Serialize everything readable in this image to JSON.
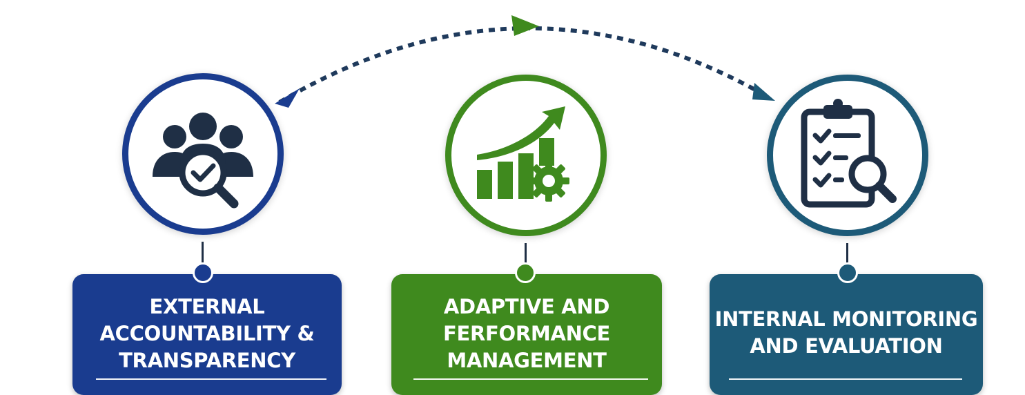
{
  "steps": [
    {
      "title_lines": [
        "EXTERNAL",
        "ACCOUNTABILITY &",
        "TRANSPARENCY"
      ],
      "icon": "people-magnifier-check-icon",
      "color": "#1a3c8f"
    },
    {
      "title_lines": [
        "ADAPTIVE AND",
        "FERFORMANCE",
        "MANAGEMENT"
      ],
      "icon": "growth-chart-gear-icon",
      "color": "#3f8a1e"
    },
    {
      "title_lines": [
        "INTERNAL MONITORING",
        "AND EVALUATION"
      ],
      "icon": "clipboard-checklist-magnifier-icon",
      "color": "#1d5a78"
    }
  ],
  "colors": {
    "navy": "#1a3c8f",
    "green": "#3f8a1e",
    "teal": "#1d5a78",
    "connector": "#1f3a5c"
  }
}
